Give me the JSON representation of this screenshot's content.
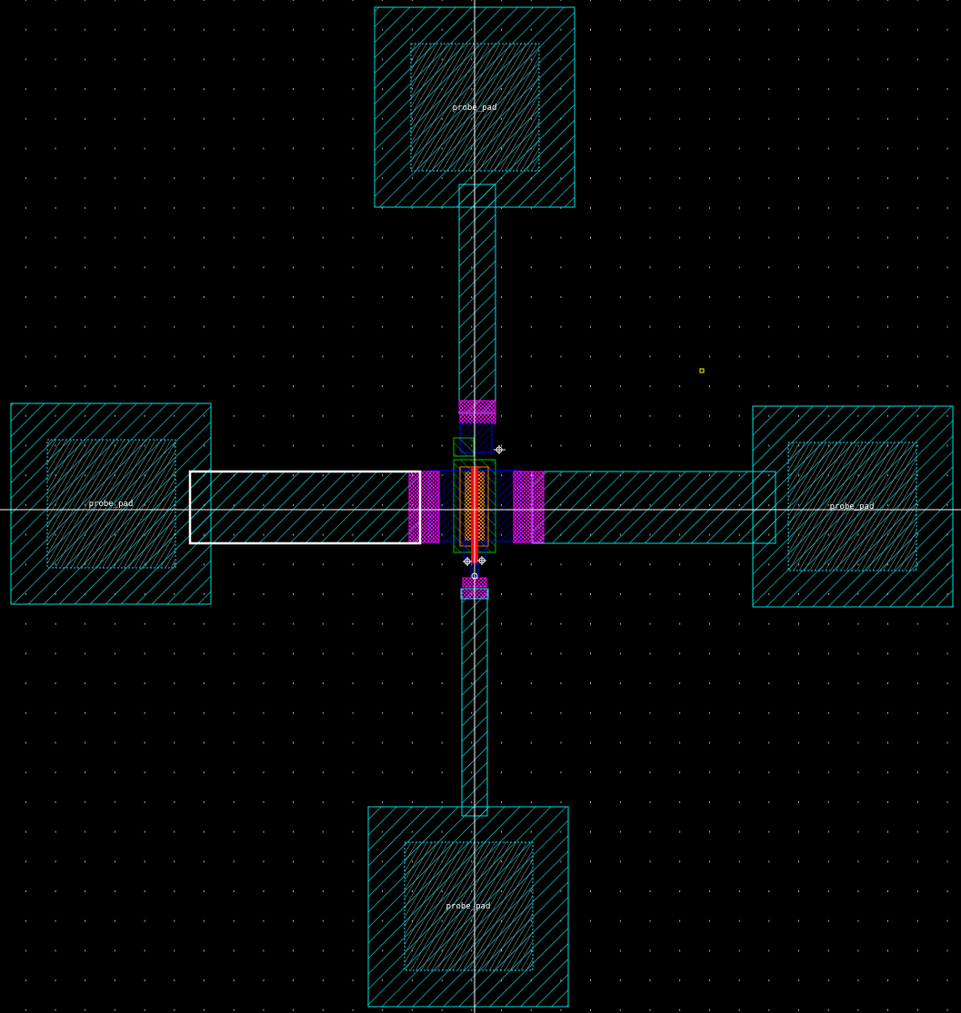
{
  "layout": {
    "pad_labels": [
      "probe_pad",
      "probe_pad",
      "probe_pad",
      "probe_pad"
    ]
  },
  "colors": {
    "background": "#000000",
    "metal": "#00e5e5",
    "via": "#ff00ff",
    "active": "#00c000",
    "poly": "#ff0000",
    "implant": "#ff8000",
    "diffusion": "#0000ff",
    "selection": "#ffffff",
    "marker": "#ffff00"
  }
}
